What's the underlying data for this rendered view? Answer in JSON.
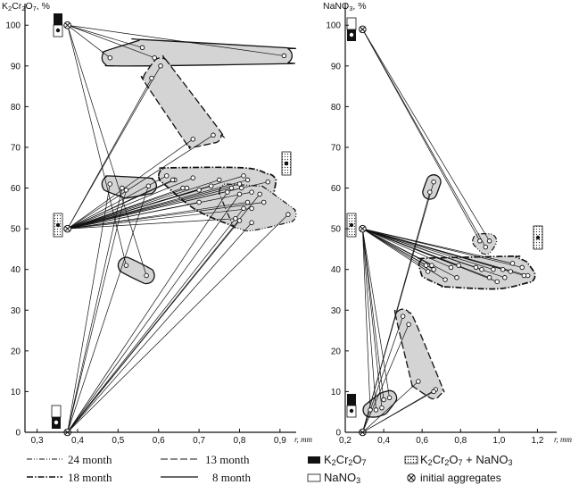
{
  "chart_data": [
    {
      "type": "scatter",
      "title": "K2Cr2O7, %",
      "xlabel": "r, mm",
      "xlim": [
        0.27,
        0.94
      ],
      "ylim": [
        0,
        104
      ],
      "xticks": [
        "0,3",
        "0,4",
        "0,5",
        "0,6",
        "0,7",
        "0,8",
        "0,9"
      ],
      "yticks": [
        "0",
        "10",
        "20",
        "30",
        "40",
        "50",
        "60",
        "70",
        "80",
        "90",
        "100"
      ],
      "initial_aggregates": [
        {
          "name": "K2Cr2O7",
          "x": 0.375,
          "y": 100
        },
        {
          "name": "K2Cr2O7+NaNO3",
          "x": 0.375,
          "y": 50
        },
        {
          "name": "NaNO3",
          "x": 0.375,
          "y": 0
        }
      ],
      "regions": [
        {
          "age": "8 month",
          "points": [
            [
              0.48,
              92
            ],
            [
              0.56,
              94.5
            ],
            [
              0.59,
              92
            ],
            [
              0.91,
              92.5
            ]
          ]
        },
        {
          "age": "13 month",
          "points": [
            [
              0.583,
              87
            ],
            [
              0.605,
              90
            ],
            [
              0.685,
              72
            ],
            [
              0.735,
              73
            ]
          ]
        },
        {
          "age": "8 month",
          "points": [
            [
              0.48,
              61
            ],
            [
              0.51,
              60
            ],
            [
              0.52,
              59.5
            ],
            [
              0.575,
              60.5
            ]
          ]
        },
        {
          "age": "8 month",
          "points": [
            [
              0.52,
              41
            ],
            [
              0.57,
              38.5
            ]
          ]
        },
        {
          "age": "18 month",
          "points": [
            [
              0.62,
              63
            ],
            [
              0.64,
              62
            ],
            [
              0.66,
              60
            ],
            [
              0.67,
              60
            ],
            [
              0.7,
              59.5
            ],
            [
              0.73,
              60.5
            ],
            [
              0.75,
              62
            ],
            [
              0.78,
              60
            ],
            [
              0.8,
              61
            ],
            [
              0.805,
              60
            ],
            [
              0.81,
              63
            ],
            [
              0.82,
              62
            ],
            [
              0.83,
              59
            ],
            [
              0.82,
              56.5
            ],
            [
              0.83,
              55
            ],
            [
              0.79,
              52.5
            ],
            [
              0.87,
              61.5
            ],
            [
              0.86,
              56.5
            ],
            [
              0.685,
              62.5
            ],
            [
              0.635,
              62
            ],
            [
              0.7,
              56.5
            ]
          ]
        },
        {
          "age": "24 month",
          "points": [
            [
              0.77,
              59
            ],
            [
              0.8,
              58.5
            ],
            [
              0.85,
              58.5
            ],
            [
              0.81,
              55
            ],
            [
              0.8,
              52
            ],
            [
              0.83,
              51.5
            ],
            [
              0.92,
              53.5
            ]
          ]
        }
      ]
    },
    {
      "type": "scatter",
      "title": "NaNO3, %",
      "xlabel": "r, mm",
      "xlim": [
        0.2,
        1.3
      ],
      "ylim": [
        0,
        104
      ],
      "xticks": [
        "0,2",
        "0,4",
        "0,6",
        "0,8",
        "1,0",
        "1,2"
      ],
      "yticks": [
        "0",
        "10",
        "20",
        "30",
        "40",
        "50",
        "60",
        "70",
        "80",
        "90",
        "100"
      ],
      "initial_aggregates": [
        {
          "name": "K2Cr2O7",
          "x": 0.29,
          "y": 0
        },
        {
          "name": "K2Cr2O7+NaNO3",
          "x": 0.29,
          "y": 50
        },
        {
          "name": "NaNO3",
          "x": 0.29,
          "y": 99
        }
      ],
      "regions": [
        {
          "age": "8 month",
          "points": [
            [
              0.64,
              59
            ],
            [
              0.66,
              61.5
            ]
          ]
        },
        {
          "age": "18 month",
          "points": [
            [
              0.62,
              41
            ],
            [
              0.63,
              39.5
            ],
            [
              0.66,
              40
            ],
            [
              0.65,
              41
            ],
            [
              0.75,
              40.5
            ],
            [
              0.79,
              41
            ],
            [
              0.88,
              40.5
            ],
            [
              0.91,
              40
            ],
            [
              0.97,
              40
            ],
            [
              1.02,
              40
            ],
            [
              1.06,
              39.5
            ],
            [
              1.07,
              41.5
            ],
            [
              1.12,
              40.5
            ],
            [
              1.13,
              38.5
            ],
            [
              0.95,
              38
            ],
            [
              0.99,
              37
            ],
            [
              0.78,
              38
            ],
            [
              0.72,
              37.5
            ],
            [
              1.15,
              38.5
            ],
            [
              1.03,
              38
            ]
          ]
        },
        {
          "age": "24 month",
          "points": [
            [
              0.9,
              47
            ],
            [
              0.95,
              47
            ],
            [
              0.93,
              45.5
            ]
          ]
        },
        {
          "age": "13 month",
          "points": [
            [
              0.5,
              28.5
            ],
            [
              0.53,
              26.5
            ],
            [
              0.58,
              12.5
            ],
            [
              0.67,
              10.5
            ],
            [
              0.66,
              10
            ]
          ]
        },
        {
          "age": "8 month",
          "points": [
            [
              0.33,
              5.5
            ],
            [
              0.36,
              5.5
            ],
            [
              0.39,
              6
            ],
            [
              0.4,
              8
            ],
            [
              0.43,
              8.5
            ]
          ]
        }
      ]
    }
  ],
  "legend": {
    "months": [
      {
        "label": "24 month",
        "style": "24"
      },
      {
        "label": "13 month",
        "style": "13"
      },
      {
        "label": "18 month",
        "style": "18"
      },
      {
        "label": "8 month",
        "style": "8"
      }
    ],
    "substances": [
      {
        "label": "K2Cr2O7",
        "swatch": "black"
      },
      {
        "label": "K2Cr2O7 + NaNO3",
        "swatch": "dotted"
      },
      {
        "label": "NaNO3",
        "swatch": "white"
      },
      {
        "label": "initial aggregates",
        "swatch": "crossed-circle"
      }
    ]
  },
  "colors": {
    "region_fill": "#d4d4d4",
    "ink": "#111111"
  }
}
